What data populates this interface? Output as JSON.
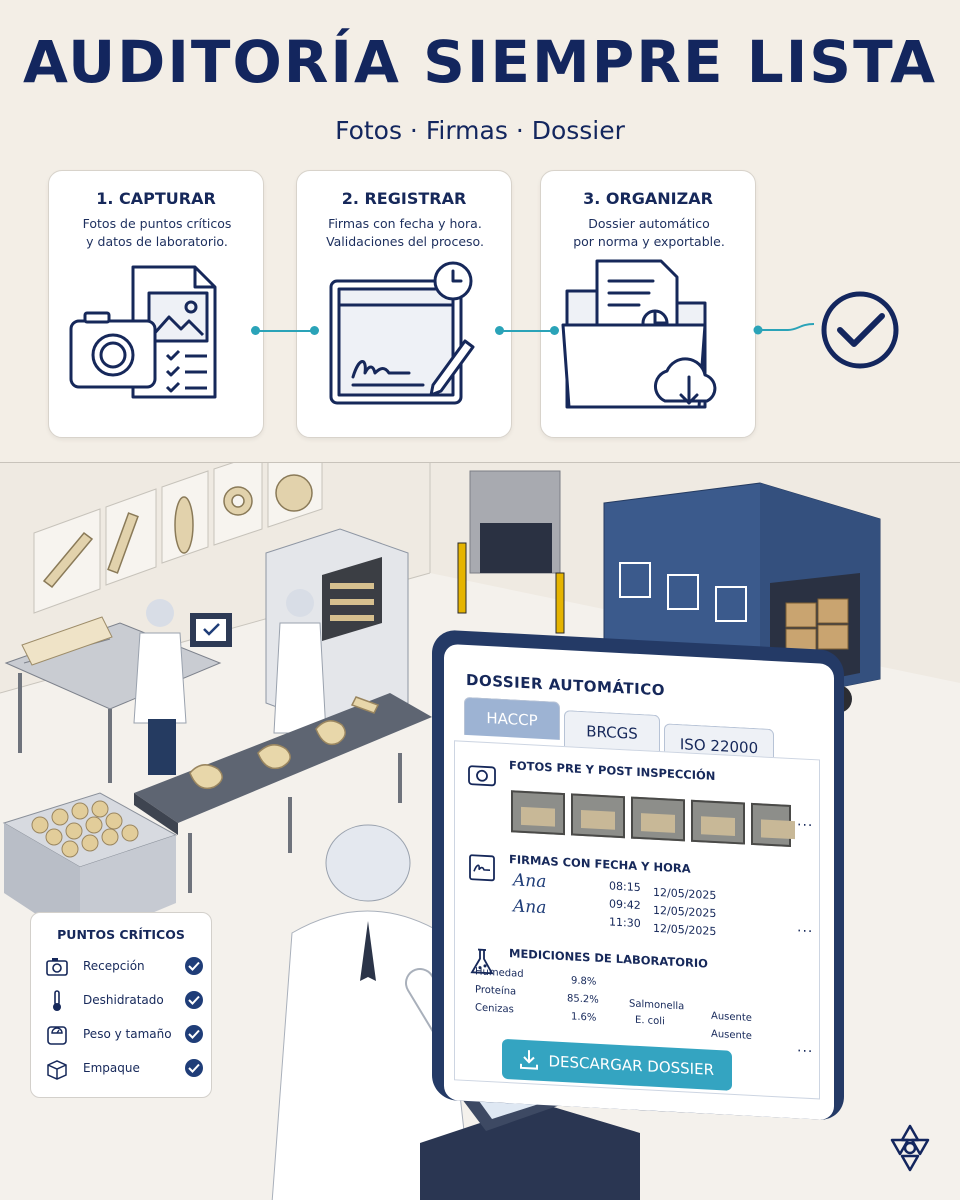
{
  "header": {
    "title": "AUDITORÍA SIEMPRE LISTA",
    "subtitle": "Fotos · Firmas · Dossier"
  },
  "steps": [
    {
      "title": "1. CAPTURAR",
      "desc_line1": "Fotos de puntos críticos",
      "desc_line2": "y datos de laboratorio.",
      "icon": "camera-document-icon"
    },
    {
      "title": "2. REGISTRAR",
      "desc_line1": "Firmas con fecha y hora.",
      "desc_line2": "Validaciones del proceso.",
      "icon": "signature-clock-icon"
    },
    {
      "title": "3. ORGANIZAR",
      "desc_line1": "Dossier automático",
      "desc_line2": "por norma y exportable.",
      "icon": "folder-cloud-icon"
    }
  ],
  "critical_points": {
    "title": "PUNTOS CRÍTICOS",
    "items": [
      {
        "label": "Recepción",
        "icon": "camera-icon",
        "checked": true
      },
      {
        "label": "Deshidratado",
        "icon": "thermometer-icon",
        "checked": true
      },
      {
        "label": "Peso y tamaño",
        "icon": "scale-icon",
        "checked": true
      },
      {
        "label": "Empaque",
        "icon": "box-icon",
        "checked": true
      }
    ]
  },
  "dossier": {
    "title": "DOSSIER AUTOMÁTICO",
    "tabs": [
      "HACCP",
      "BRCGS",
      "ISO 22000"
    ],
    "active_tab": "HACCP",
    "photos": {
      "heading": "FOTOS PRE Y POST INSPECCIÓN",
      "count": 5
    },
    "signatures": {
      "heading": "FIRMAS CON FECHA Y HORA",
      "rows": [
        {
          "time": "08:15",
          "date": "12/05/2025"
        },
        {
          "time": "09:42",
          "date": "12/05/2025"
        },
        {
          "time": "11:30",
          "date": "12/05/2025"
        }
      ]
    },
    "lab": {
      "heading": "MEDICIONES DE LABORATORIO",
      "measures": [
        {
          "name": "Humedad",
          "value": "9.8%"
        },
        {
          "name": "Proteína",
          "value": "85.2%"
        },
        {
          "name": "Cenizas",
          "value": "1.6%"
        }
      ],
      "micro": [
        {
          "name": "Salmonella",
          "result": "Ausente"
        },
        {
          "name": "E. coli",
          "result": "Ausente"
        }
      ]
    },
    "download_label": "DESCARGAR DOSSIER"
  },
  "colors": {
    "navy": "#13265e",
    "teal": "#2aa3b8",
    "button": "#34a4c1"
  }
}
